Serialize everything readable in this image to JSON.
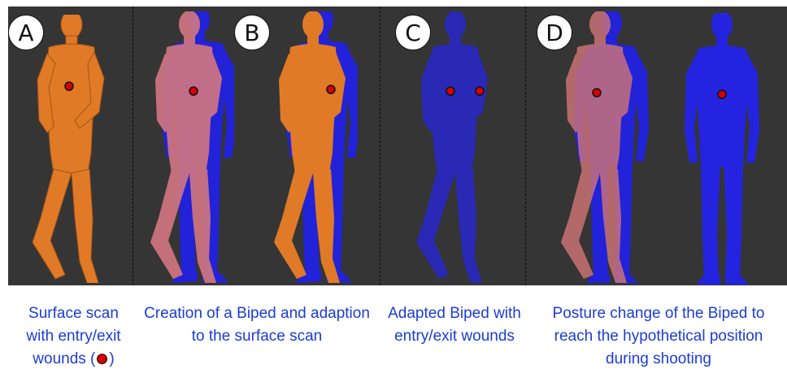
{
  "panels": [
    {
      "label": "A",
      "caption_lines": [
        "Surface scan",
        "with entry/exit",
        "wounds  ("
      ],
      "caption_tail": ")"
    },
    {
      "label": "B",
      "caption_lines": [
        "Creation of a Biped and adaption",
        "to the surface scan"
      ]
    },
    {
      "label": "C",
      "caption_lines": [
        "Adapted Biped with",
        "entry/exit wounds"
      ]
    },
    {
      "label": "D",
      "caption_lines": [
        "Posture change of the Biped to",
        "reach the hypothetical position",
        "during shooting"
      ]
    }
  ],
  "colors": {
    "background": "#353535",
    "scan": "#e07a26",
    "biped": "#2222d8",
    "wound": "#d40000",
    "caption": "#1b3cd8"
  }
}
